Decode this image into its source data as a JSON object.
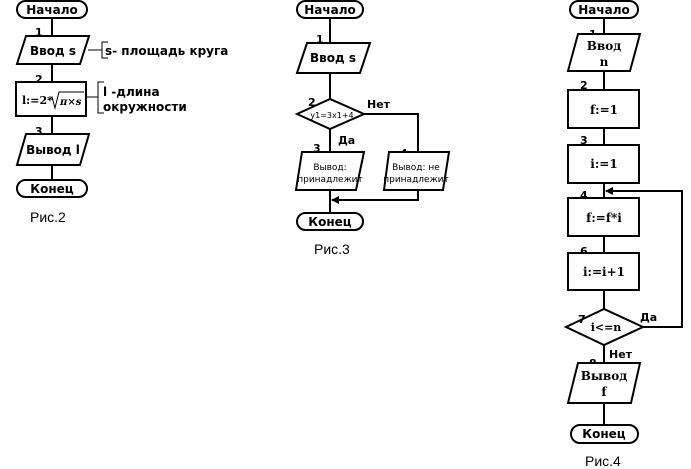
{
  "fig2": {
    "start": "Начало",
    "n1": "1",
    "input": "Ввод s",
    "note1": "s- площадь круга",
    "n2": "2",
    "formula_l": "l:=2*",
    "formula_rad": "π×s",
    "note2_a": "l -длина",
    "note2_b": "окружности",
    "n3": "3",
    "output": "Вывод l",
    "end": "Конец",
    "caption": "Рис.2"
  },
  "fig3": {
    "start": "Начало",
    "n1": "1",
    "input": "Ввод s",
    "n2": "2",
    "cond": "y1=3x1+4",
    "no": "Нет",
    "yes": "Да",
    "n3": "3",
    "out_yes_a": "Вывод:",
    "out_yes_b": "принадлежит",
    "n4": "4",
    "out_no_a": "Вывод: не",
    "out_no_b": "принадлежит",
    "end": "Конец",
    "caption": "Рис.3"
  },
  "fig4": {
    "start": "Начало",
    "n1": "1",
    "input_a": "Ввод",
    "input_b": "n",
    "n2": "2",
    "b2": "f:=1",
    "n3": "3",
    "b3": "i:=1",
    "n4": "4",
    "b4": "f:=f*i",
    "n6": "6",
    "b6": "i:=i+1",
    "n7": "7",
    "cond": "i<=n",
    "yes": "Да",
    "no": "Нет",
    "n8": "8",
    "out_a": "Вывод",
    "out_b": "f",
    "end": "Конец",
    "caption": "Рис.4"
  }
}
